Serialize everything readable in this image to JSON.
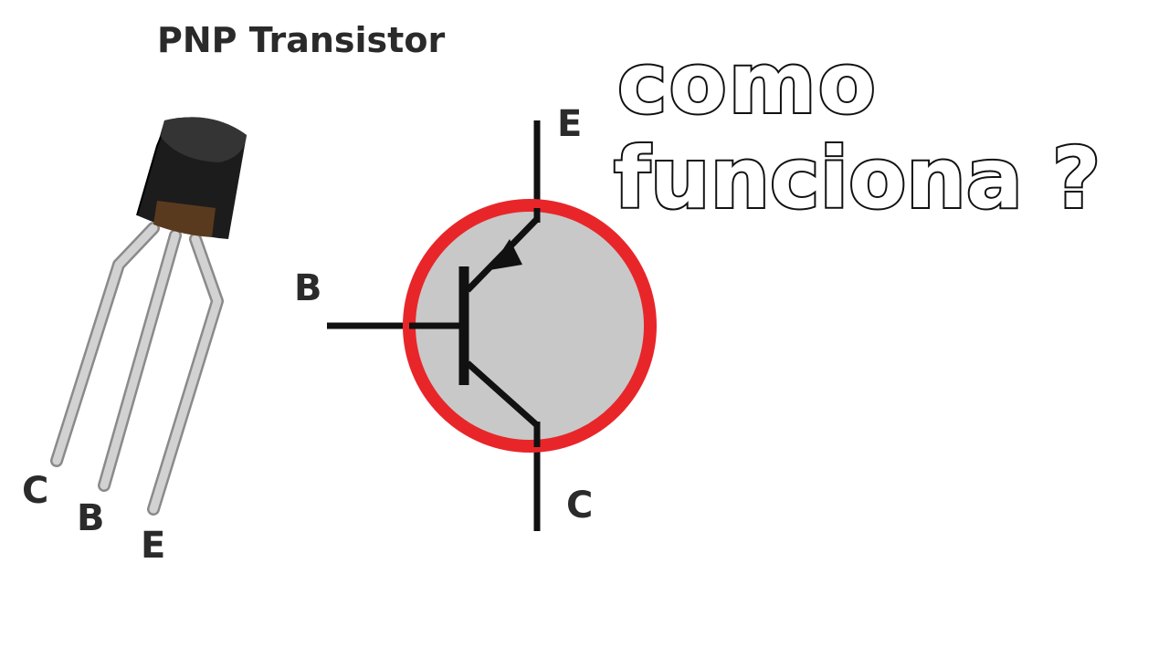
{
  "diagram": {
    "title": "PNP Transistor",
    "package_pins": {
      "collector": "C",
      "base": "B",
      "emitter": "E"
    },
    "symbol_pins": {
      "emitter": "E",
      "base": "B",
      "collector": "C"
    },
    "colors": {
      "highlight_ring": "#e8262a",
      "symbol_fill": "#c8c8c8",
      "body": "#1c1c1c",
      "leads": "#c9c9c9"
    }
  },
  "headline": {
    "line1": "como",
    "line2": "funciona ?"
  }
}
